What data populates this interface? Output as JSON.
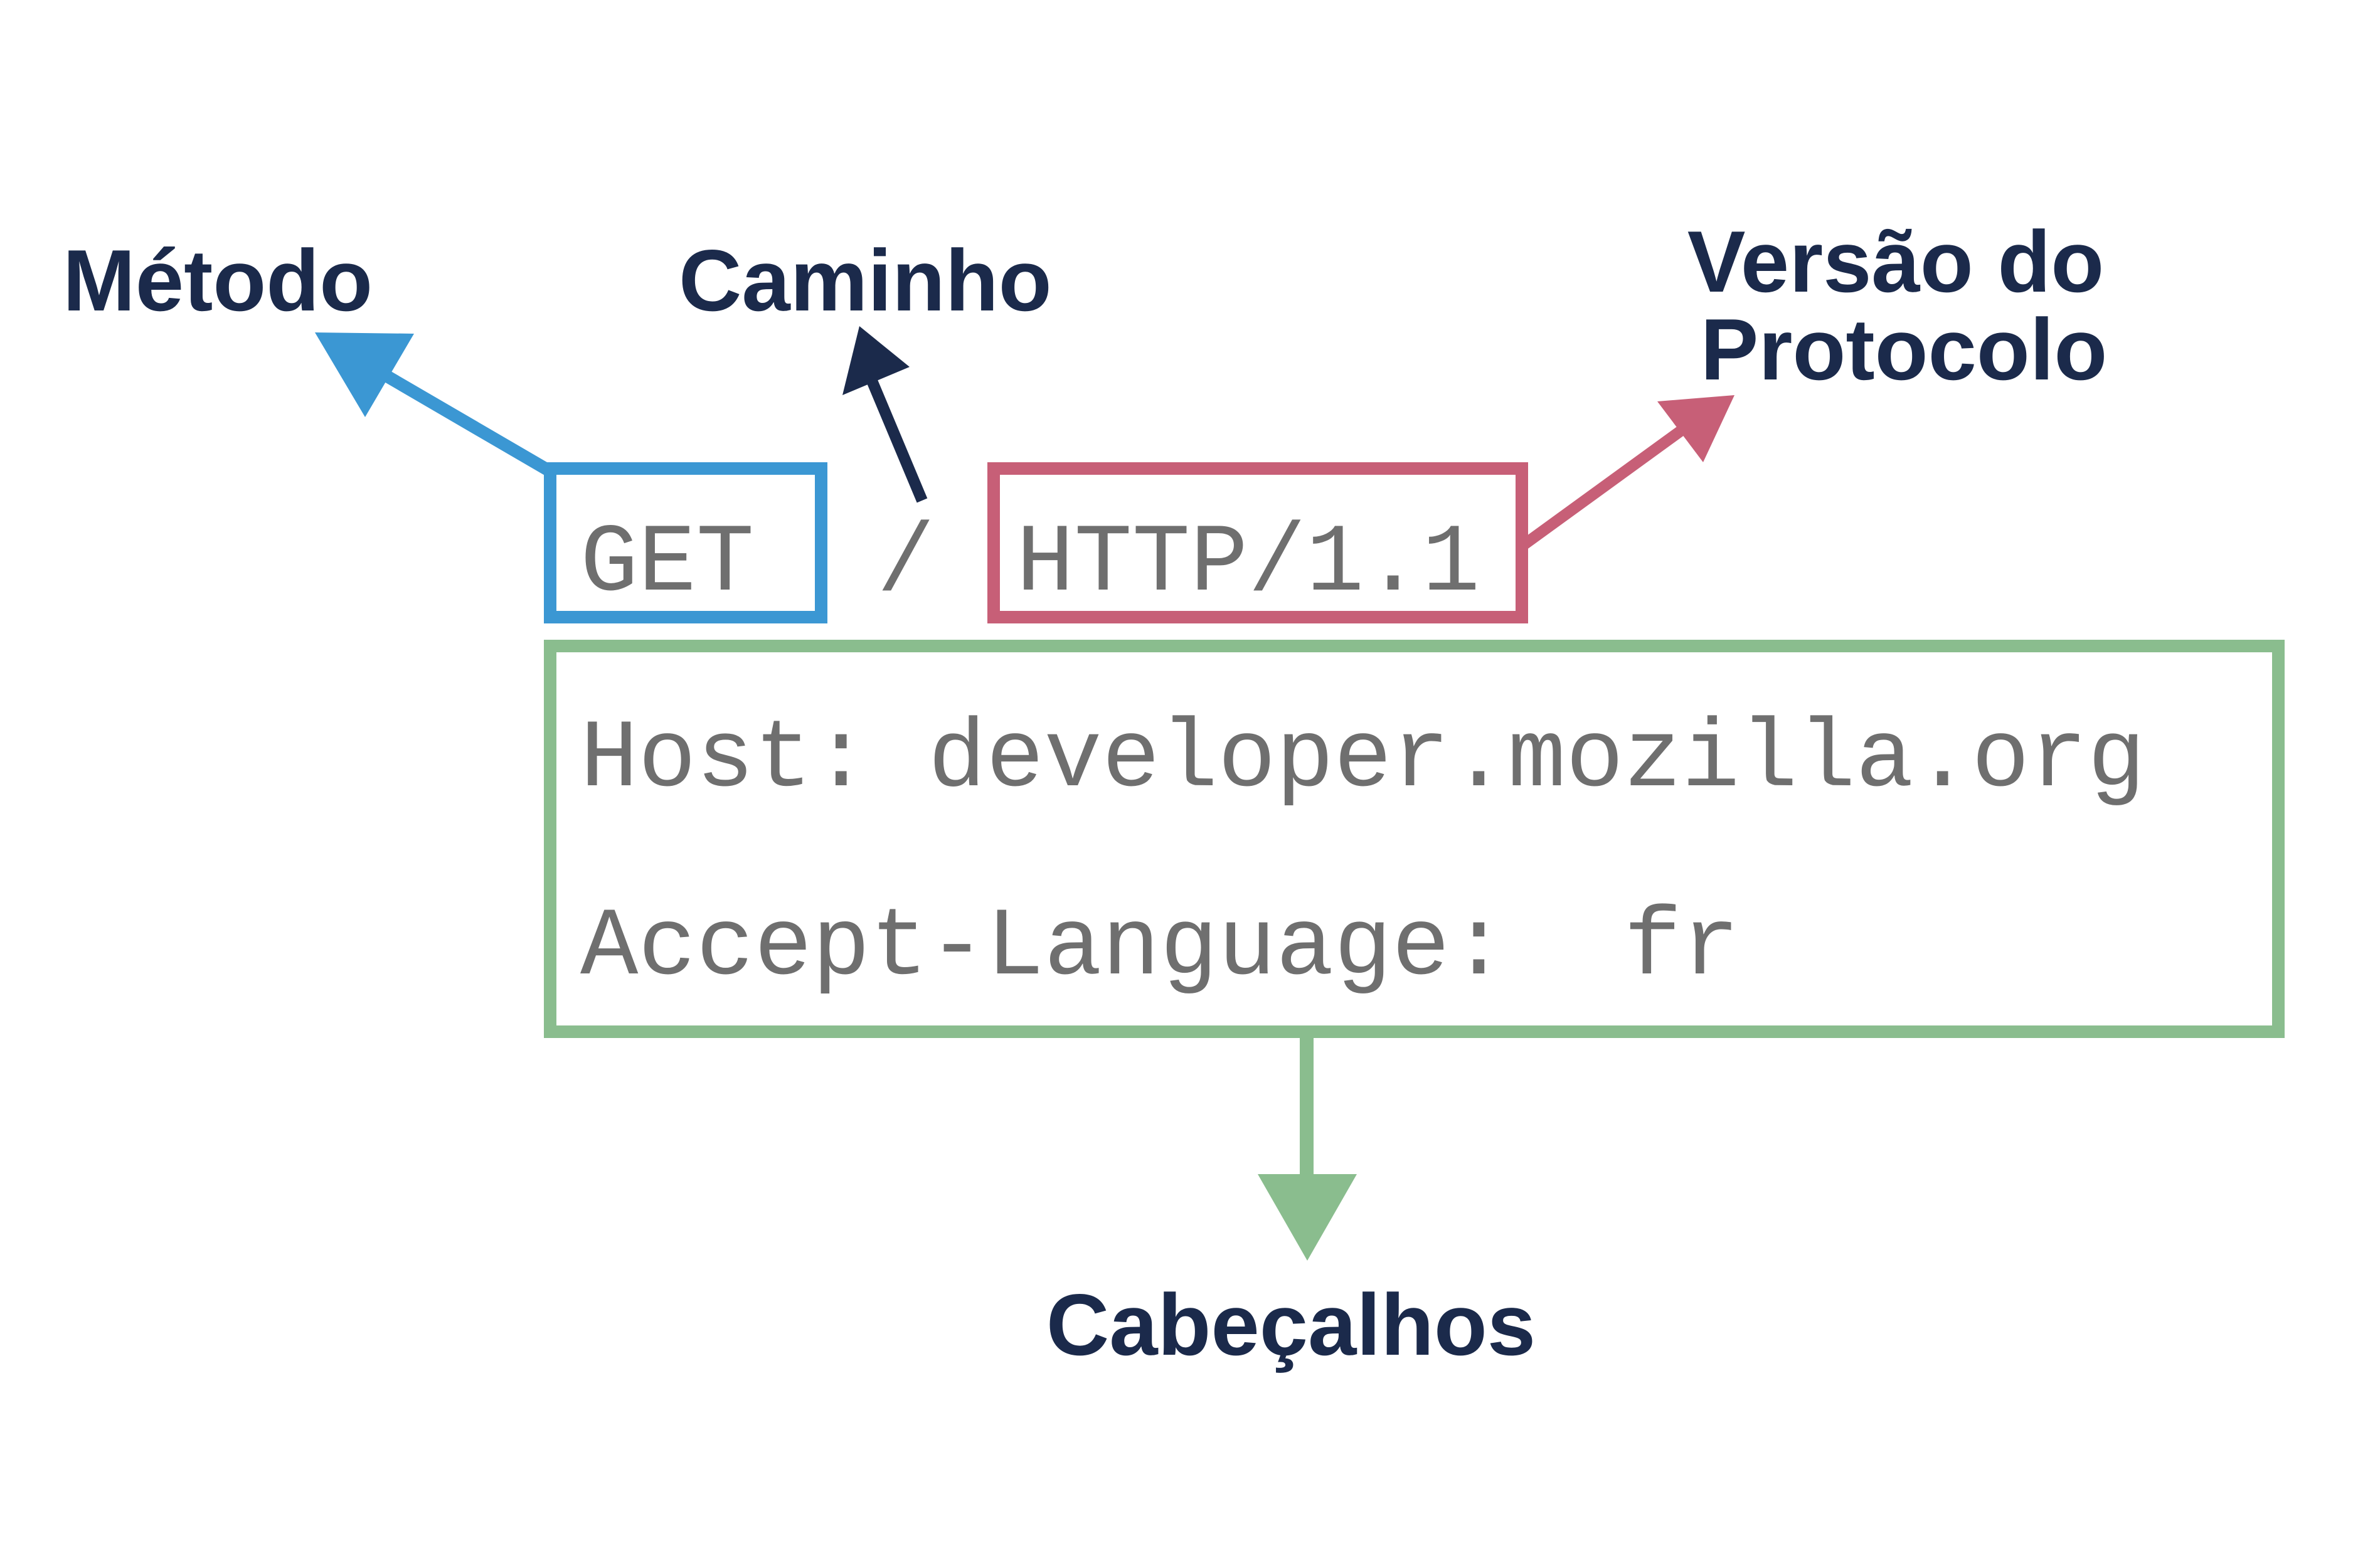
{
  "labels": {
    "method": "Método",
    "path": "Caminho",
    "protocol_line1": "Versão do",
    "protocol_line2": "Protocolo",
    "headers": "Cabeçalhos"
  },
  "request": {
    "method": "GET",
    "path": "/",
    "version": "HTTP/1.1",
    "headers": [
      "Host: developer.mozilla.org",
      "Accept-Language:  fr"
    ]
  },
  "colors": {
    "method": "#3b97d3",
    "path": "#1b2a4b",
    "version": "#c75f77",
    "headers": "#8abd8e",
    "label_text": "#1b2a4b",
    "code_text": "#6f6f6f"
  }
}
